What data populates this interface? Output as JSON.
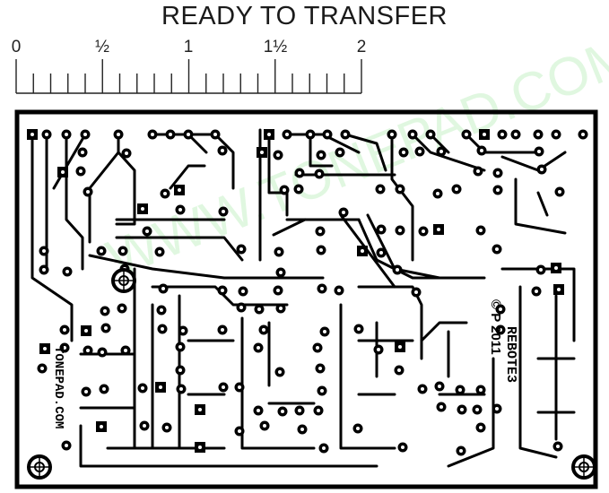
{
  "title": "READY TO TRANSFER",
  "ruler": {
    "labels": [
      "0",
      "½",
      "1",
      "1½",
      "2"
    ]
  },
  "watermark": "WWW.TONEPAD.COM",
  "board": {
    "copyright": "© P 2011",
    "project": "REBOTE3",
    "site": "TONEPAD.COM"
  },
  "colors": {
    "copper": "#000000",
    "background": "#ffffff",
    "watermark": "#c8f2c8"
  }
}
